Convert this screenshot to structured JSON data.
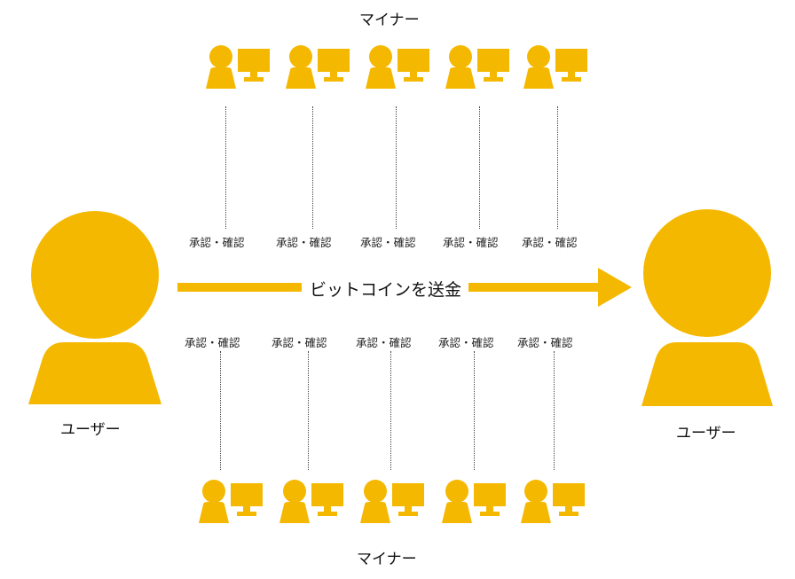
{
  "colors": {
    "accent": "#F5B800",
    "line": "#444444"
  },
  "top_miners": {
    "title": "マイナー",
    "labels": [
      "承認・確認",
      "承認・確認",
      "承認・確認",
      "承認・確認",
      "承認・確認"
    ]
  },
  "bottom_miners": {
    "title": "マイナー",
    "labels": [
      "承認・確認",
      "承認・確認",
      "承認・確認",
      "承認・確認",
      "承認・確認"
    ]
  },
  "sender": {
    "label": "ユーザー"
  },
  "receiver": {
    "label": "ユーザー"
  },
  "transfer": {
    "label": "ビットコインを送金"
  },
  "icons": {
    "miner": "person-computer-icon",
    "user": "person-icon",
    "arrow": "arrow-right-icon"
  }
}
